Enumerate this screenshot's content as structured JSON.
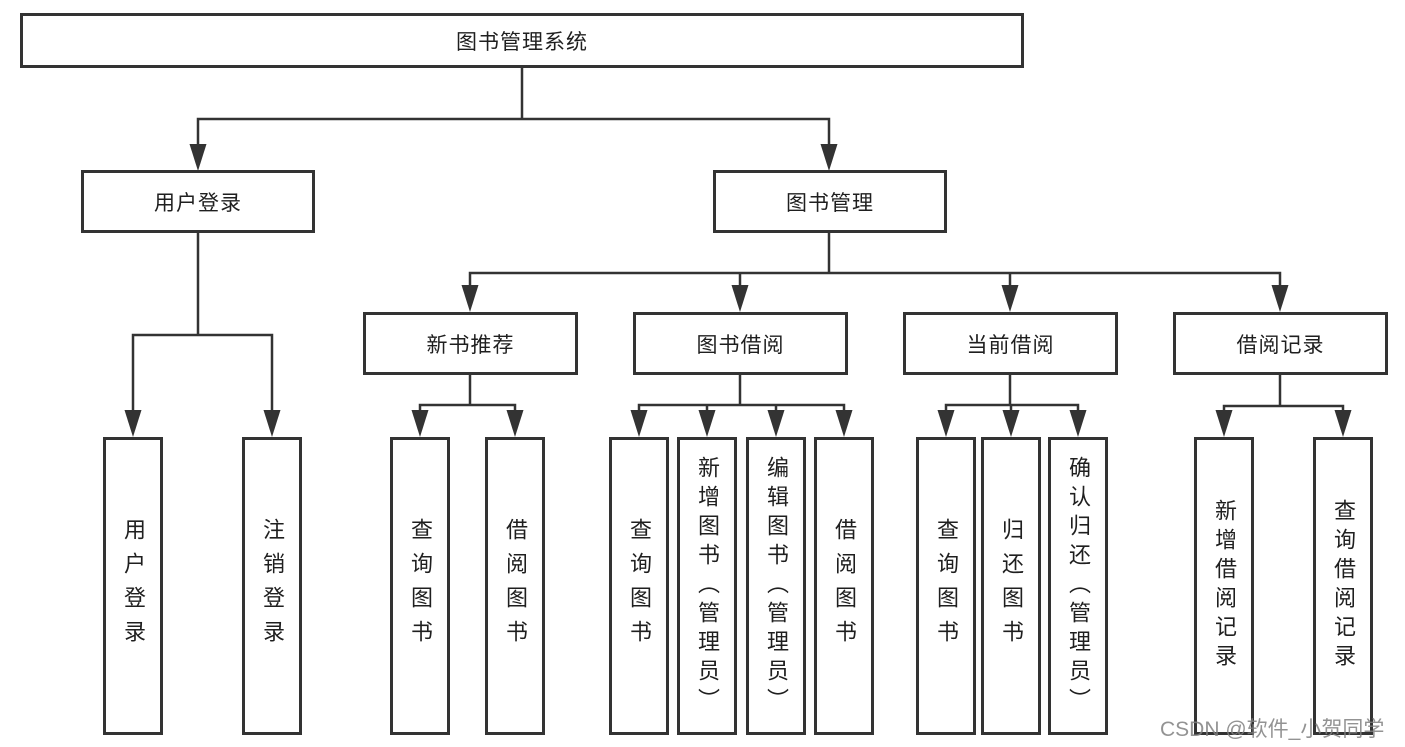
{
  "tree": {
    "root": {
      "label": "图书管理系统"
    },
    "branches": [
      {
        "label": "用户登录",
        "children": [
          {
            "label": "用户登录"
          },
          {
            "label": "注销登录"
          }
        ]
      },
      {
        "label": "图书管理",
        "children": [
          {
            "label": "新书推荐",
            "children": [
              {
                "label": "查询图书"
              },
              {
                "label": "借阅图书"
              }
            ]
          },
          {
            "label": "图书借阅",
            "children": [
              {
                "label": "查询图书"
              },
              {
                "label": "新增图书（管理员）"
              },
              {
                "label": "编辑图书（管理员）"
              },
              {
                "label": "借阅图书"
              }
            ]
          },
          {
            "label": "当前借阅",
            "children": [
              {
                "label": "查询图书"
              },
              {
                "label": "归还图书"
              },
              {
                "label": "确认归还（管理员）"
              }
            ]
          },
          {
            "label": "借阅记录",
            "children": [
              {
                "label": "新增借阅记录"
              },
              {
                "label": "查询借阅记录"
              }
            ]
          }
        ]
      }
    ]
  },
  "watermark": {
    "text": "CSDN @软件_小贺同学"
  },
  "colors": {
    "line": "#333333",
    "box_border": "#333333",
    "box_fill": "#ffffff",
    "text": "#1f1f1f",
    "watermark": "#808080"
  }
}
